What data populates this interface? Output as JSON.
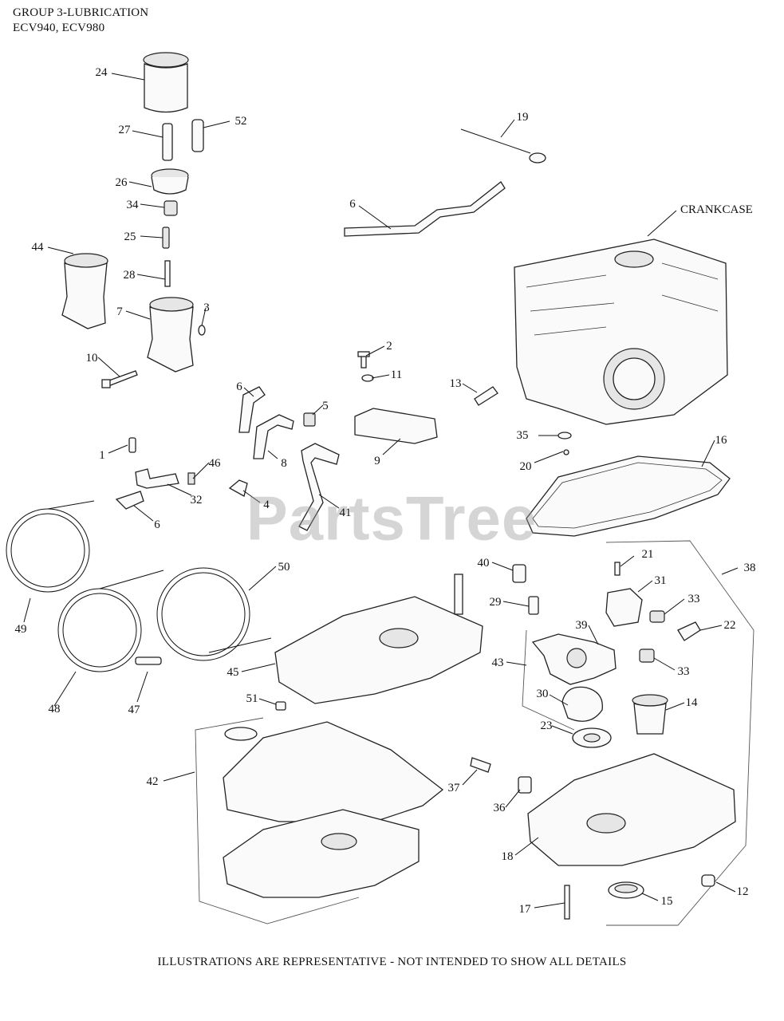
{
  "header": {
    "line1": "GROUP 3-LUBRICATION",
    "line2": "ECV940, ECV980"
  },
  "assembly_label": "CRANKCASE",
  "watermark": "PartsTree",
  "footer": "ILLUSTRATIONS ARE REPRESENTATIVE - NOT INTENDED TO SHOW ALL DETAILS",
  "callouts": [
    "24",
    "52",
    "27",
    "19",
    "26",
    "34",
    "6",
    "CRANKCASE",
    "25",
    "44",
    "28",
    "7",
    "3",
    "2",
    "10",
    "11",
    "13",
    "6",
    "5",
    "9",
    "35",
    "8",
    "1",
    "46",
    "16",
    "20",
    "32",
    "4",
    "6",
    "41",
    "21",
    "40",
    "38",
    "50",
    "31",
    "29",
    "33",
    "49",
    "39",
    "22",
    "45",
    "43",
    "33",
    "48",
    "47",
    "51",
    "30",
    "14",
    "23",
    "42",
    "37",
    "36",
    "18",
    "12",
    "17",
    "15"
  ]
}
